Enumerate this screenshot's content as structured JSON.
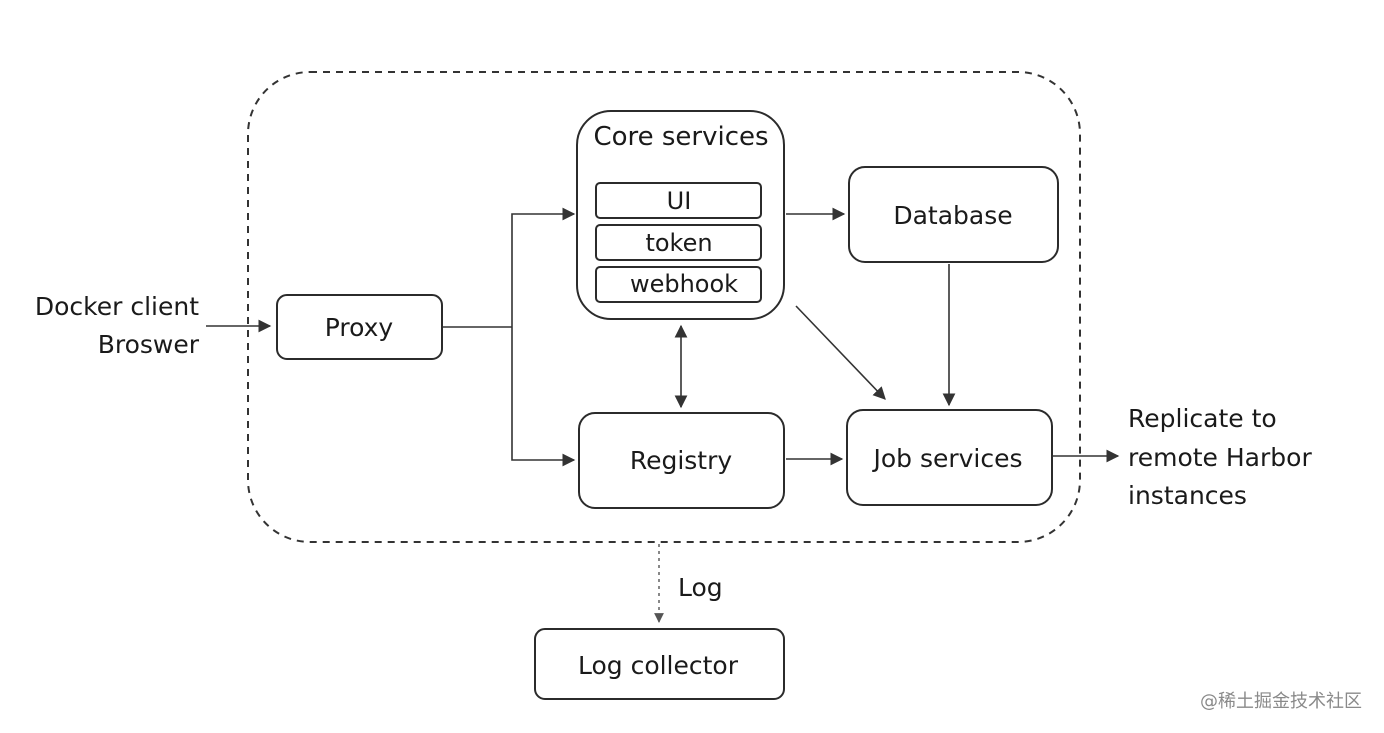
{
  "nodes": {
    "core_services": {
      "label": "Core services"
    },
    "core_ui": {
      "label": "UI"
    },
    "core_token": {
      "label": "token"
    },
    "core_webhook": {
      "label": "webhook"
    },
    "database": {
      "label": "Database"
    },
    "proxy": {
      "label": "Proxy"
    },
    "registry": {
      "label": "Registry"
    },
    "job_services": {
      "label": "Job services"
    },
    "log_collector": {
      "label": "Log collector"
    }
  },
  "external_labels": {
    "client_line1": "Docker client",
    "client_line2": "Broswer",
    "replicate_line1": "Replicate to",
    "replicate_line2": "remote Harbor",
    "replicate_line3": "instances",
    "log": "Log"
  },
  "watermark": "@稀土掘金技术社区"
}
